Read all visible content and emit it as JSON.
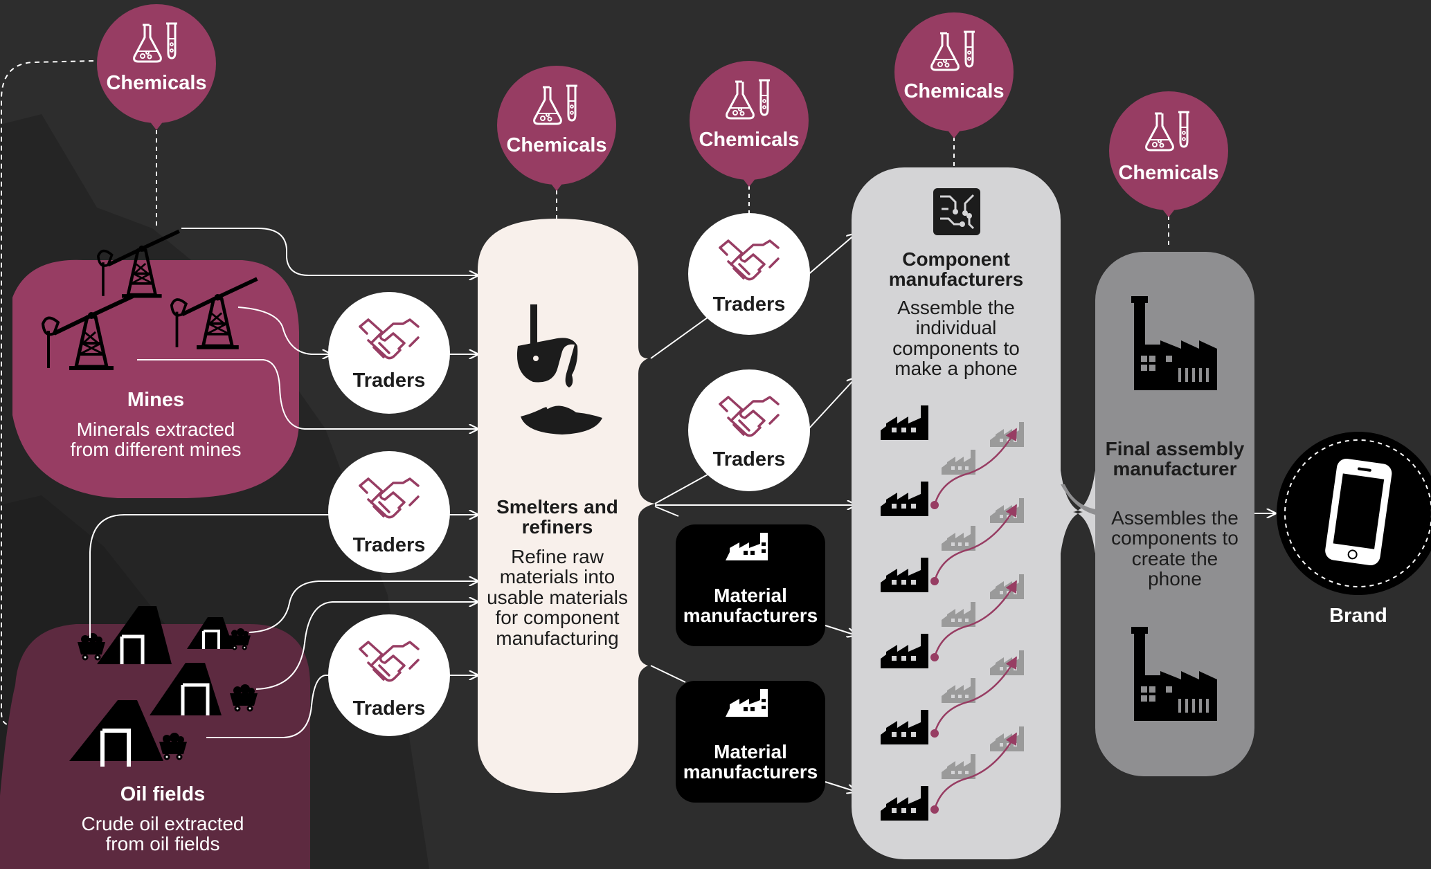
{
  "labels": {
    "chemicals": "Chemicals",
    "traders": "Traders"
  },
  "mines": {
    "title": "Mines",
    "description": "Minerals extracted from different mines"
  },
  "oil_fields": {
    "title": "Oil fields",
    "description": "Crude oil extracted from oil fields"
  },
  "smelters": {
    "title": "Smelters and refiners",
    "description": "Refine raw materials into usable materials for component manufacturing"
  },
  "material_manufacturers": {
    "label": "Material manufacturers"
  },
  "component_manufacturers": {
    "title": "Component manufacturers",
    "description": "Assemble the individual components to make a phone"
  },
  "final_assembly": {
    "title": "Final assembly manufacturer",
    "description": "Assembles the components to create the phone"
  },
  "brand": {
    "label": "Brand"
  },
  "colors": {
    "background": "#2d2d2d",
    "accent_magenta": "#973d63",
    "dark_magenta": "#5d2a40",
    "smelter_panel": "#f8f0eb",
    "component_panel": "#d4d4d6",
    "assembly_panel": "#8f8f91",
    "node_white": "#ffffff",
    "node_black": "#000000"
  },
  "icons": {
    "chemicals": "flask-test-tube-icon",
    "traders": "handshake-icon",
    "mines": "mine-cart-icon",
    "oil_fields": "oil-pump-icon",
    "smelters": "ladle-pour-icon",
    "component_manufacturers": "circuit-chip-icon",
    "factory": "factory-icon",
    "brand": "smartphone-icon"
  }
}
